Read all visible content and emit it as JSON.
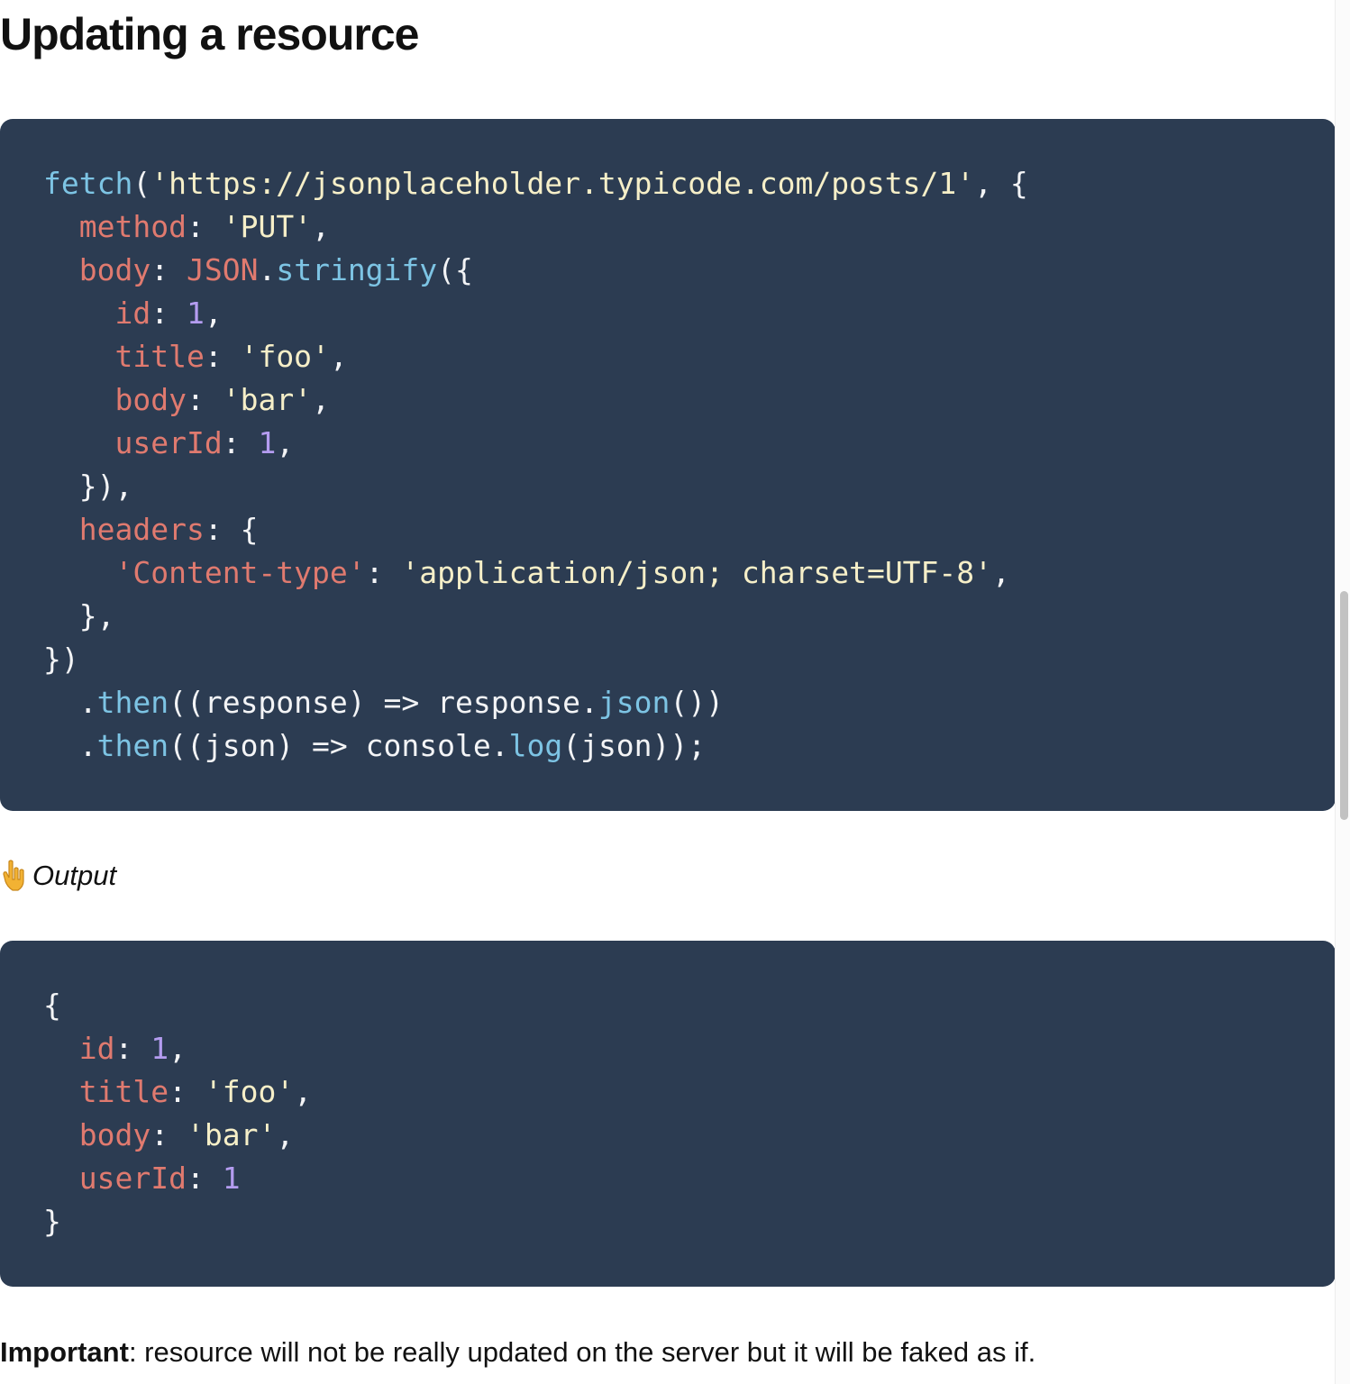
{
  "page": {
    "title": "Updating a resource"
  },
  "request_code": {
    "lines": [
      [
        [
          "fn",
          "fetch"
        ],
        [
          "plain",
          "("
        ],
        [
          "str",
          "'https://jsonplaceholder.typicode.com/posts/1'"
        ],
        [
          "plain",
          ", {"
        ]
      ],
      [
        [
          "plain",
          "  "
        ],
        [
          "key",
          "method"
        ],
        [
          "plain",
          ": "
        ],
        [
          "str",
          "'PUT'"
        ],
        [
          "plain",
          ","
        ]
      ],
      [
        [
          "plain",
          "  "
        ],
        [
          "key",
          "body"
        ],
        [
          "plain",
          ": "
        ],
        [
          "obj",
          "JSON"
        ],
        [
          "plain",
          "."
        ],
        [
          "fn",
          "stringify"
        ],
        [
          "plain",
          "({"
        ]
      ],
      [
        [
          "plain",
          "    "
        ],
        [
          "key",
          "id"
        ],
        [
          "plain",
          ": "
        ],
        [
          "num",
          "1"
        ],
        [
          "plain",
          ","
        ]
      ],
      [
        [
          "plain",
          "    "
        ],
        [
          "key",
          "title"
        ],
        [
          "plain",
          ": "
        ],
        [
          "str",
          "'foo'"
        ],
        [
          "plain",
          ","
        ]
      ],
      [
        [
          "plain",
          "    "
        ],
        [
          "key",
          "body"
        ],
        [
          "plain",
          ": "
        ],
        [
          "str",
          "'bar'"
        ],
        [
          "plain",
          ","
        ]
      ],
      [
        [
          "plain",
          "    "
        ],
        [
          "key",
          "userId"
        ],
        [
          "plain",
          ": "
        ],
        [
          "num",
          "1"
        ],
        [
          "plain",
          ","
        ]
      ],
      [
        [
          "plain",
          "  }),"
        ]
      ],
      [
        [
          "plain",
          "  "
        ],
        [
          "key",
          "headers"
        ],
        [
          "plain",
          ": {"
        ]
      ],
      [
        [
          "plain",
          "    "
        ],
        [
          "key",
          "'Content-type'"
        ],
        [
          "plain",
          ": "
        ],
        [
          "str",
          "'application/json; charset=UTF-8'"
        ],
        [
          "plain",
          ","
        ]
      ],
      [
        [
          "plain",
          "  },"
        ]
      ],
      [
        [
          "plain",
          "})"
        ]
      ],
      [
        [
          "plain",
          "  ."
        ],
        [
          "fn",
          "then"
        ],
        [
          "plain",
          "((response) => response."
        ],
        [
          "fn",
          "json"
        ],
        [
          "plain",
          "())"
        ]
      ],
      [
        [
          "plain",
          "  ."
        ],
        [
          "fn",
          "then"
        ],
        [
          "plain",
          "((json) => console."
        ],
        [
          "fn",
          "log"
        ],
        [
          "plain",
          "(json));"
        ]
      ]
    ]
  },
  "output_label": {
    "icon": "pointing-down-hand-icon",
    "text": "Output"
  },
  "output_code": {
    "lines": [
      [
        [
          "plain",
          "{"
        ]
      ],
      [
        [
          "plain",
          "  "
        ],
        [
          "key",
          "id"
        ],
        [
          "plain",
          ": "
        ],
        [
          "num",
          "1"
        ],
        [
          "plain",
          ","
        ]
      ],
      [
        [
          "plain",
          "  "
        ],
        [
          "key",
          "title"
        ],
        [
          "plain",
          ": "
        ],
        [
          "str",
          "'foo'"
        ],
        [
          "plain",
          ","
        ]
      ],
      [
        [
          "plain",
          "  "
        ],
        [
          "key",
          "body"
        ],
        [
          "plain",
          ": "
        ],
        [
          "str",
          "'bar'"
        ],
        [
          "plain",
          ","
        ]
      ],
      [
        [
          "plain",
          "  "
        ],
        [
          "key",
          "userId"
        ],
        [
          "plain",
          ": "
        ],
        [
          "num",
          "1"
        ]
      ],
      [
        [
          "plain",
          "}"
        ]
      ]
    ]
  },
  "note": {
    "strong": "Important",
    "text": ": resource will not be really updated on the server but it will be faked as if."
  },
  "colors": {
    "code_background": "#2c3c52",
    "function": "#7dc4e4",
    "key": "#e07a6f",
    "string": "#f6efc8",
    "number": "#b49cf0",
    "plain": "#f3f4f6"
  }
}
